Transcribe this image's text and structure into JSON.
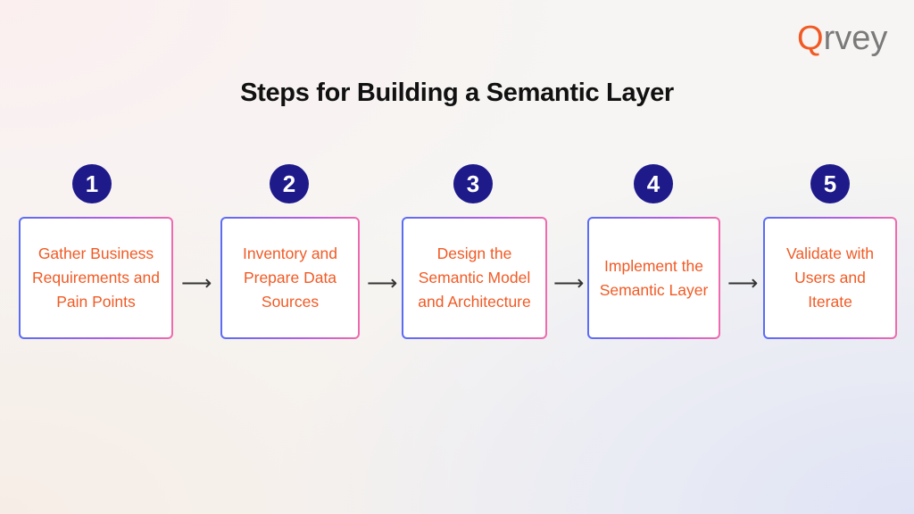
{
  "logo": {
    "text_q": "Q",
    "text_rest": "rvey"
  },
  "title": "Steps for Building a Semantic Layer",
  "steps": [
    {
      "number": "1",
      "label": "Gather Business Requirements and Pain Points"
    },
    {
      "number": "2",
      "label": "Inventory and Prepare Data Sources"
    },
    {
      "number": "3",
      "label": "Design the Semantic Model and Architecture"
    },
    {
      "number": "4",
      "label": "Implement the Semantic Layer"
    },
    {
      "number": "5",
      "label": "Validate with Users and Iterate"
    }
  ],
  "arrow_glyph": "⟶",
  "colors": {
    "accent": "#f15a24",
    "circle": "#1e1a8a"
  }
}
